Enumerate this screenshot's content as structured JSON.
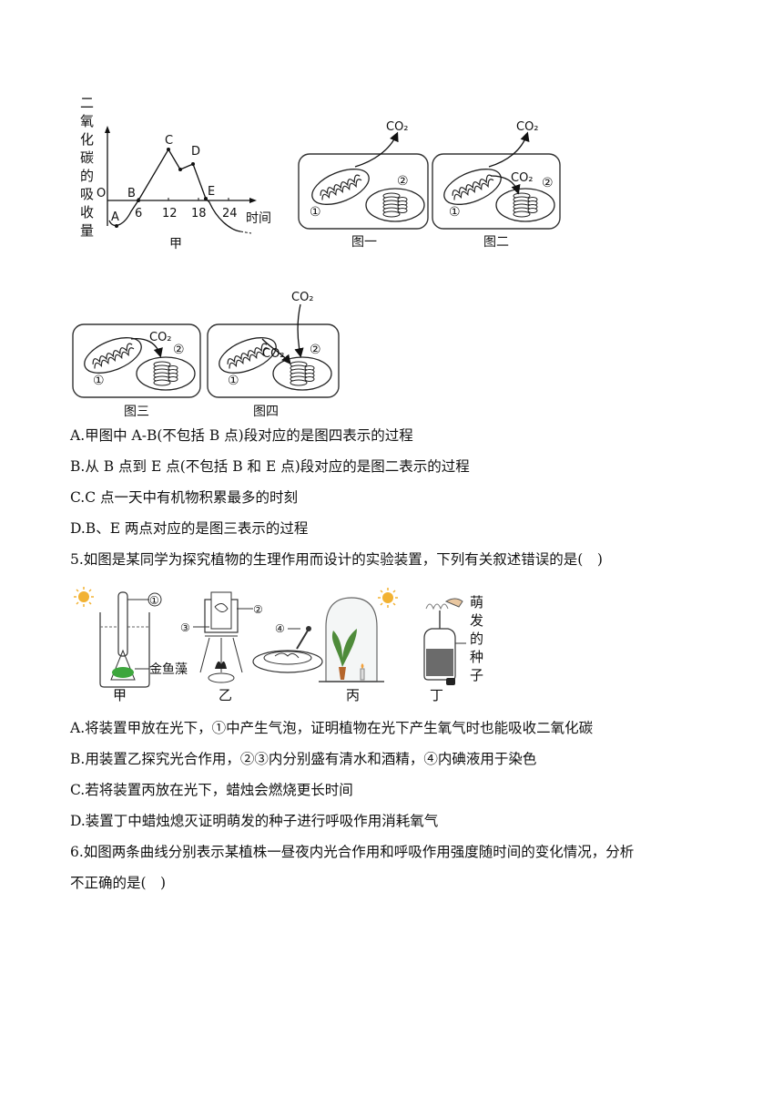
{
  "graph_jia": {
    "ylabel_chars": [
      "二",
      "氧",
      "化",
      "碳",
      "的",
      "吸",
      "收",
      "量"
    ],
    "origin_label": "O",
    "x_ticks": [
      "6",
      "12",
      "18",
      "24"
    ],
    "xlabel": "时间",
    "points": [
      "A",
      "B",
      "C",
      "D",
      "E"
    ],
    "caption": "甲"
  },
  "cell_figures": {
    "co2": "CO₂",
    "marker_1": "①",
    "marker_2": "②",
    "captions": [
      "图一",
      "图二",
      "图三",
      "图四"
    ]
  },
  "q4_options": [
    "A.甲图中 A-B(不包括 B 点)段对应的是图四表示的过程",
    "B.从 B 点到 E 点(不包括 B 和 E 点)段对应的是图二表示的过程",
    "C.C 点一天中有机物积累最多的时刻",
    "D.B、E 两点对应的是图三表示的过程"
  ],
  "q5": {
    "stem": "5.如图是某同学为探究植物的生理作用而设计的实验装置，下列有关叙述错误的是(　)",
    "labels": {
      "c1": "①",
      "c2": "②",
      "c3": "③",
      "c4": "④",
      "alga": "金鱼藻",
      "seeds_chars": [
        "萌",
        "发",
        "的",
        "种",
        "子"
      ]
    },
    "captions": [
      "甲",
      "乙",
      "丙",
      "丁"
    ],
    "options": [
      "A.将装置甲放在光下，①中产生气泡，证明植物在光下产生氧气时也能吸收二氧化碳",
      "B.用装置乙探究光合作用，②③内分别盛有清水和酒精，④内碘液用于染色",
      "C.若将装置丙放在光下，蜡烛会燃烧更长时间",
      "D.装置丁中蜡烛熄灭证明萌发的种子进行呼吸作用消耗氧气"
    ]
  },
  "q6": {
    "stem_line1": "6.如图两条曲线分别表示某植株一昼夜内光合作用和呼吸作用强度随时间的变化情况，分析",
    "stem_line2": "不正确的是(　)"
  }
}
